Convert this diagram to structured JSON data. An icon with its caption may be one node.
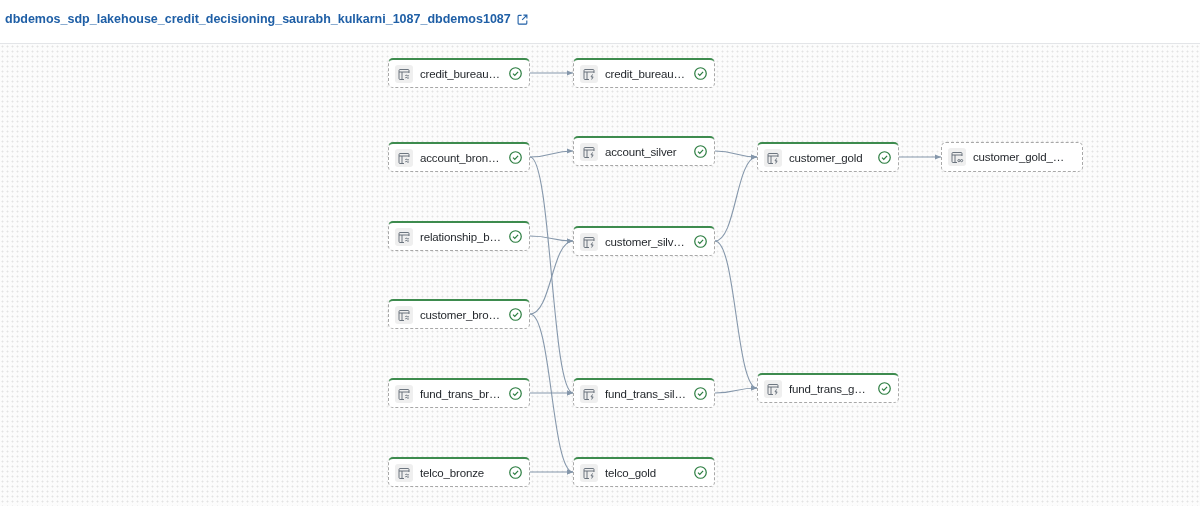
{
  "diagram": {
    "title": "dbdemos_sdp_lakehouse_credit_decisioning_saurabh_kulkarni_1087_dbdemos1087",
    "nodes": [
      {
        "text": [
          "credit_bureau…"
        ]
      },
      {
        "text": [
          "credit_bureau…"
        ]
      },
      {
        "text": [
          "account_bron…"
        ]
      },
      {
        "text": [
          "account_silver"
        ]
      },
      {
        "text": [
          "customer_gold"
        ]
      },
      {
        "text": [
          "customer_gold_…"
        ]
      },
      {
        "text": [
          "relationship_b…"
        ]
      },
      {
        "text": [
          "customer_silv…"
        ]
      },
      {
        "text": [
          "customer_bro…"
        ]
      },
      {
        "text": [
          "fund_trans_br…"
        ]
      },
      {
        "text": [
          "fund_trans_sil…"
        ]
      },
      {
        "text": [
          "fund_trans_g…"
        ]
      },
      {
        "text": [
          "telco_bronze"
        ]
      },
      {
        "text": [
          "telco_gold"
        ]
      }
    ],
    "edges": [
      {
        "from": 0,
        "to": 1,
        "arrow": "to"
      },
      {
        "from": 2,
        "to": 3,
        "arrow": "to"
      },
      {
        "from": 2,
        "to": 10,
        "arrow": "to"
      },
      {
        "from": 6,
        "to": 7,
        "arrow": "to"
      },
      {
        "from": 8,
        "to": 7,
        "arrow": "to"
      },
      {
        "from": 8,
        "to": 13,
        "arrow": "to"
      },
      {
        "from": 9,
        "to": 10,
        "arrow": "to"
      },
      {
        "from": 12,
        "to": 13,
        "arrow": "to"
      },
      {
        "from": 3,
        "to": 4,
        "arrow": "to"
      },
      {
        "from": 7,
        "to": 4,
        "arrow": "to"
      },
      {
        "from": 7,
        "to": 11,
        "arrow": "to"
      },
      {
        "from": 10,
        "to": 11,
        "arrow": "to"
      },
      {
        "from": 4,
        "to": 5,
        "arrow": "to"
      }
    ]
  }
}
